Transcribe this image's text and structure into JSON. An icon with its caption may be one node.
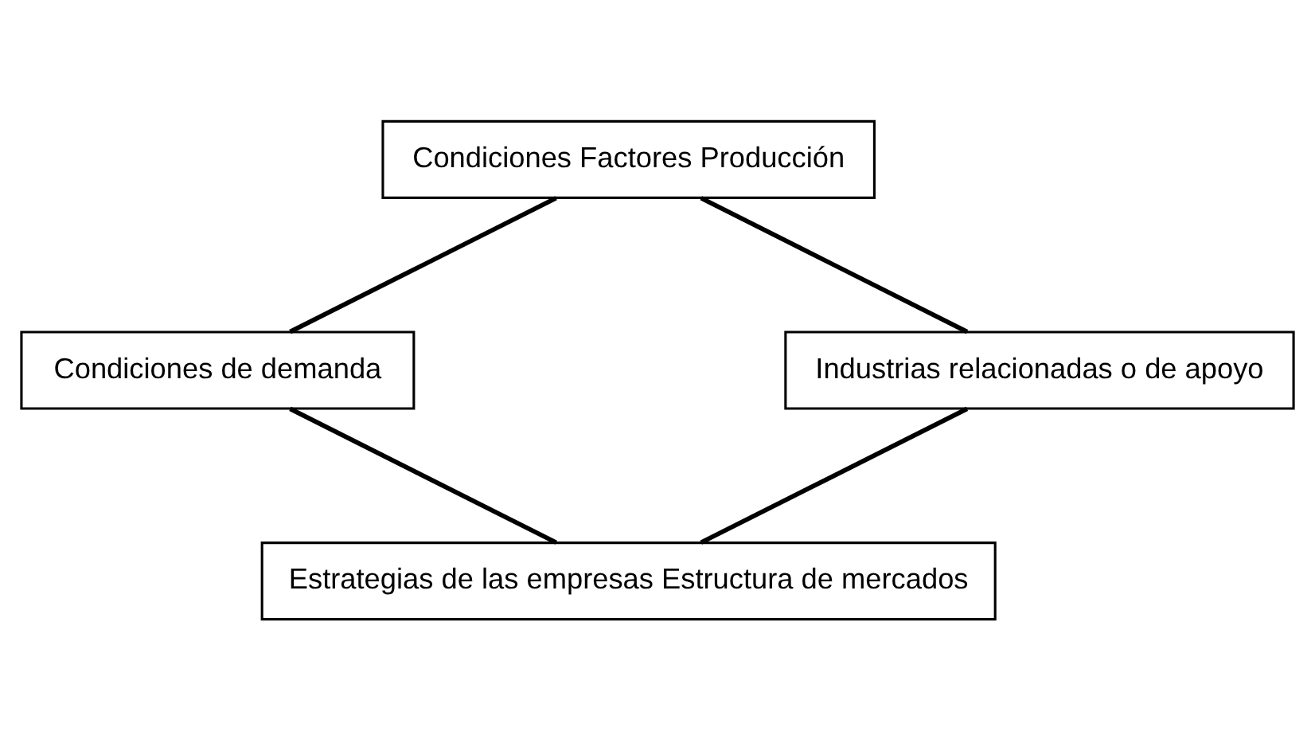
{
  "diagram": {
    "nodes": [
      {
        "text": [
          "Condiciones Factores Producción"
        ]
      },
      {
        "text": [
          "Condiciones de demanda"
        ]
      },
      {
        "text": [
          "Industrias relacionadas o de apoyo"
        ]
      },
      {
        "text": [
          "Estrategias de las empresas Estructura de mercados"
        ]
      }
    ],
    "edges": [
      {
        "from": 0,
        "to": 1,
        "arrow": "none"
      },
      {
        "from": 0,
        "to": 2,
        "arrow": "none"
      },
      {
        "from": 1,
        "to": 3,
        "arrow": "none"
      },
      {
        "from": 2,
        "to": 3,
        "arrow": "none"
      }
    ]
  }
}
